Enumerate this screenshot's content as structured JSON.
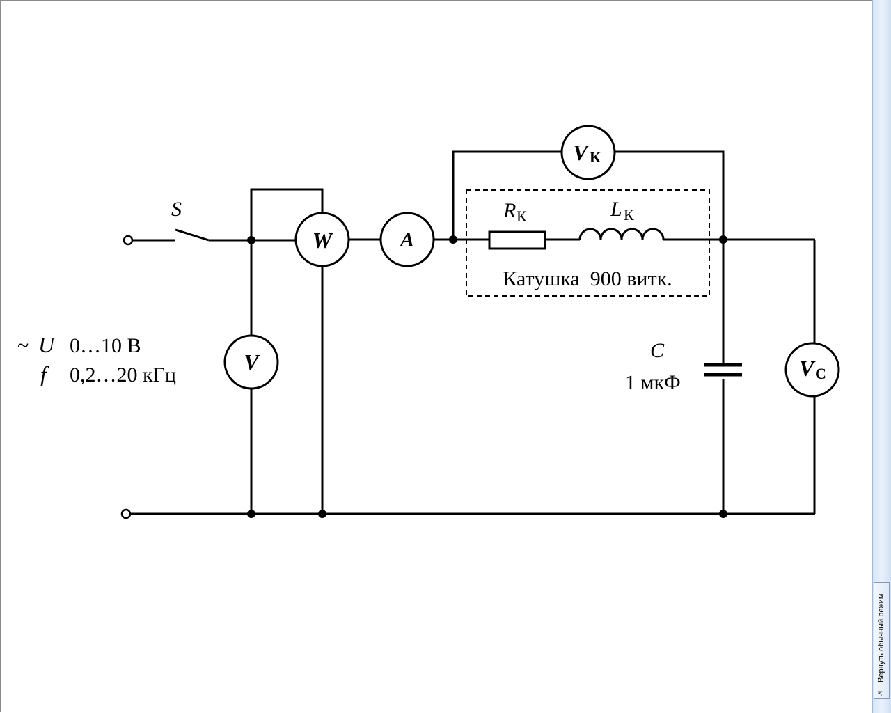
{
  "diagram": {
    "switch_label": "S",
    "source": {
      "tilde": "~",
      "u_symbol": "U",
      "u_range": "0…10 В",
      "f_symbol": "f",
      "f_range": "0,2…20 кГц"
    },
    "meters": {
      "voltmeter": "V",
      "wattmeter": "W",
      "ammeter": "A",
      "coil_voltmeter": "V",
      "coil_voltmeter_sub": "К",
      "cap_voltmeter": "V",
      "cap_voltmeter_sub": "С"
    },
    "coil": {
      "r_symbol": "R",
      "r_sub": "К",
      "l_symbol": "L",
      "l_sub": "К",
      "label": "Катушка  900 витк."
    },
    "capacitor": {
      "symbol": "C",
      "value": "1 мкФ"
    }
  },
  "sidebar": {
    "restore_button_label": "Вернуть обычный режим",
    "restore_arrow": "⇱"
  }
}
